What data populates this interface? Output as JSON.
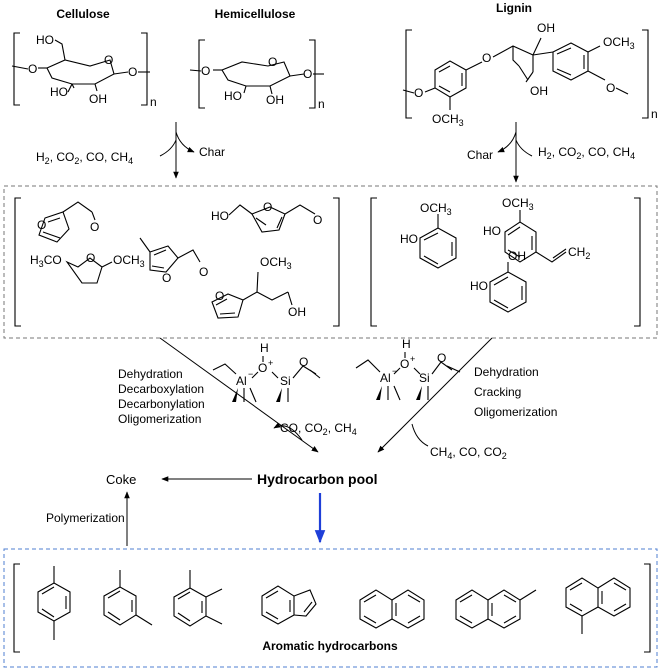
{
  "labels": {
    "cellulose": "Cellulose",
    "hemicellulose": "Hemicellulose",
    "lignin": "Lignin",
    "n1": "n",
    "n2": "n",
    "n3": "n",
    "char_left": "Char",
    "char_right": "Char",
    "left_process": [
      "Dehydration",
      "Decarboxylation",
      "Decarbonylation",
      "Oligomerization"
    ],
    "right_process": [
      "Dehydration",
      "Cracking",
      "Oligomerization"
    ],
    "hydrocarbon_pool": "Hydrocarbon  pool",
    "coke": "Coke",
    "polymerization": "Polymerization",
    "aromatic": "Aromatic hydrocarbons"
  },
  "atoms": {
    "OH": "OH",
    "HO": "HO",
    "O": "O",
    "OCH3_main": "OCH",
    "three": "3",
    "H3CO": "H",
    "H3CO_3": "3",
    "H3CO_tail": "CO",
    "CH2": "CH",
    "two": "2",
    "H": "H",
    "Al": "Al",
    "Si": "Si",
    "minus": "−",
    "plus": "+"
  },
  "gases": {
    "h2": "H",
    "co2": "CO",
    "co": "CO",
    "ch4": "CH",
    "sub2": "2",
    "sub4": "4",
    "sep": ", "
  },
  "colors": {
    "dashed_box": "#777777",
    "aromatic_box": "#4f7fd0",
    "main_arrow": "#1f3fd8"
  }
}
